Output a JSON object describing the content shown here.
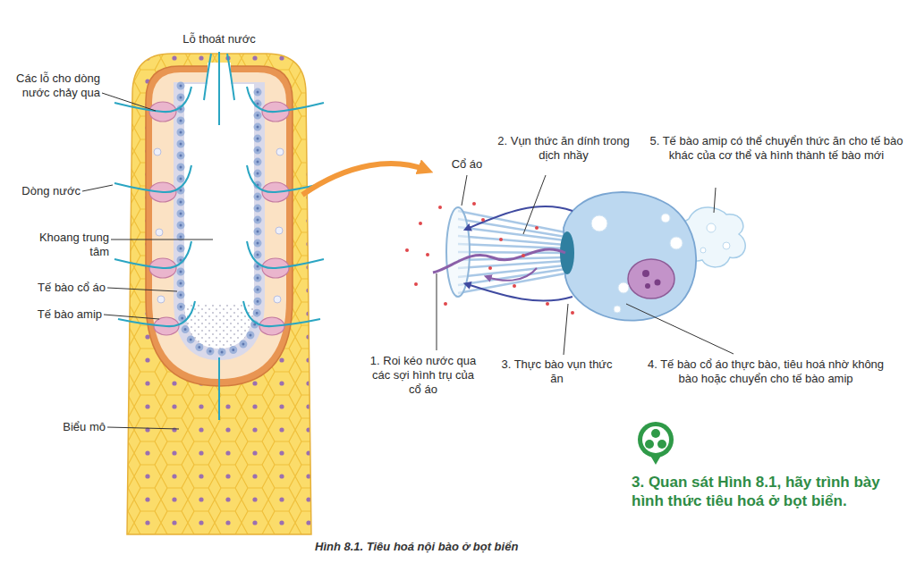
{
  "diagram": {
    "caption": "Hình 8.1. Tiêu hoá nội bào ở bọt biển",
    "labels": [
      "Lỗ thoát nước",
      "Các lỗ cho dòng nước chảy qua",
      "Dòng nước",
      "Khoang trung tâm",
      "Tế bào cổ áo",
      "Tế bào amip",
      "Biểu mô",
      "Cổ áo",
      "2. Vụn thức ăn dính trong dịch nhầy",
      "5. Tế bào amip có thể chuyển thức ăn cho tế bào khác của cơ thể và hình thành tế bào mới",
      "1. Roi kéo nước qua các sợi hình trụ của cổ áo",
      "3. Thực bào vụn thức ăn",
      "4. Tế bào cổ áo thực bào, tiêu hoá nhờ không bào hoặc chuyển cho tế bào amip",
      "3. Quan sát Hình 8.1, hãy trình bày hình thức tiêu hoá ở bọt biển."
    ]
  }
}
